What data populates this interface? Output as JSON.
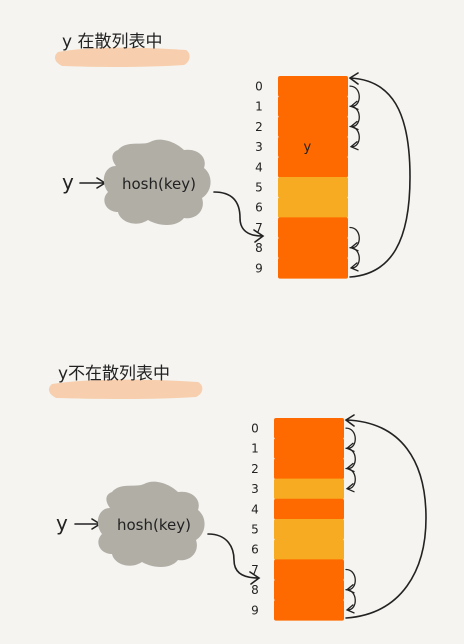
{
  "colors": {
    "background": "#f5f4f0",
    "highlight": "#f7cfae",
    "slot_occupied": "#ff6a00",
    "slot_empty": "#f7ab22",
    "cloud": "#b1aea6",
    "ink": "#222222"
  },
  "panels": [
    {
      "title": "y 在散列表中",
      "input_label": "y",
      "function_label": "hosh(key)",
      "indices": [
        "0",
        "1",
        "2",
        "3",
        "4",
        "5",
        "6",
        "7",
        "8",
        "9"
      ],
      "slots": [
        {
          "state": "occupied",
          "label": ""
        },
        {
          "state": "occupied",
          "label": ""
        },
        {
          "state": "occupied",
          "label": ""
        },
        {
          "state": "occupied",
          "label": "y"
        },
        {
          "state": "occupied",
          "label": ""
        },
        {
          "state": "empty",
          "label": ""
        },
        {
          "state": "empty",
          "label": ""
        },
        {
          "state": "occupied",
          "label": ""
        },
        {
          "state": "occupied",
          "label": ""
        },
        {
          "state": "occupied",
          "label": ""
        }
      ]
    },
    {
      "title": "y不在散列表中",
      "input_label": "y",
      "function_label": "hosh(key)",
      "indices": [
        "0",
        "1",
        "2",
        "3",
        "4",
        "5",
        "6",
        "7",
        "8",
        "9"
      ],
      "slots": [
        {
          "state": "occupied",
          "label": ""
        },
        {
          "state": "occupied",
          "label": ""
        },
        {
          "state": "occupied",
          "label": ""
        },
        {
          "state": "empty",
          "label": ""
        },
        {
          "state": "occupied",
          "label": ""
        },
        {
          "state": "empty",
          "label": ""
        },
        {
          "state": "empty",
          "label": ""
        },
        {
          "state": "occupied",
          "label": ""
        },
        {
          "state": "occupied",
          "label": ""
        },
        {
          "state": "occupied",
          "label": ""
        }
      ]
    }
  ]
}
